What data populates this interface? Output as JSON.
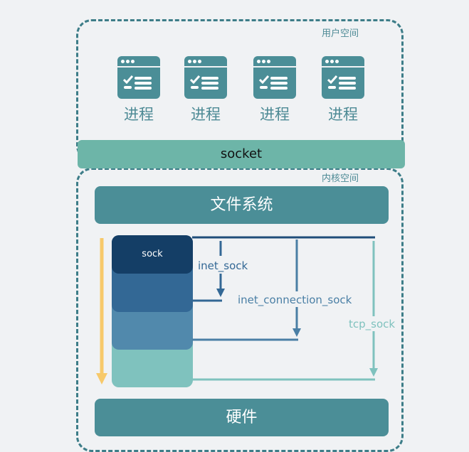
{
  "user_space": {
    "label": "用户空间",
    "processes": [
      {
        "label": "进程",
        "icon": "app-window-checklist-icon"
      },
      {
        "label": "进程",
        "icon": "app-window-checklist-icon"
      },
      {
        "label": "进程",
        "icon": "app-window-checklist-icon"
      },
      {
        "label": "进程",
        "icon": "app-window-checklist-icon"
      }
    ]
  },
  "socket": {
    "label": "socket"
  },
  "kernel_space": {
    "label": "内核空间",
    "filesystem": {
      "label": "文件系统"
    },
    "hardware": {
      "label": "硬件"
    },
    "struct_stack": {
      "layers": [
        {
          "label": "sock",
          "color": "#143e66"
        },
        {
          "label": "",
          "color": "#336895"
        },
        {
          "label": "",
          "color": "#5189ac"
        },
        {
          "label": "",
          "color": "#7fc2be"
        }
      ],
      "annotations": [
        {
          "label": "inet_sock",
          "color": "#336895"
        },
        {
          "label": "inet_connection_sock",
          "color": "#4a7fa5"
        },
        {
          "label": "tcp_sock",
          "color": "#7fc2be"
        }
      ],
      "flow_arrow_color": "#f7c96a"
    }
  },
  "colors": {
    "dashed_border": "#3d7d88",
    "socket_bar": "#6db5a8",
    "block": "#4b8e97",
    "background": "#f0f2f4"
  }
}
